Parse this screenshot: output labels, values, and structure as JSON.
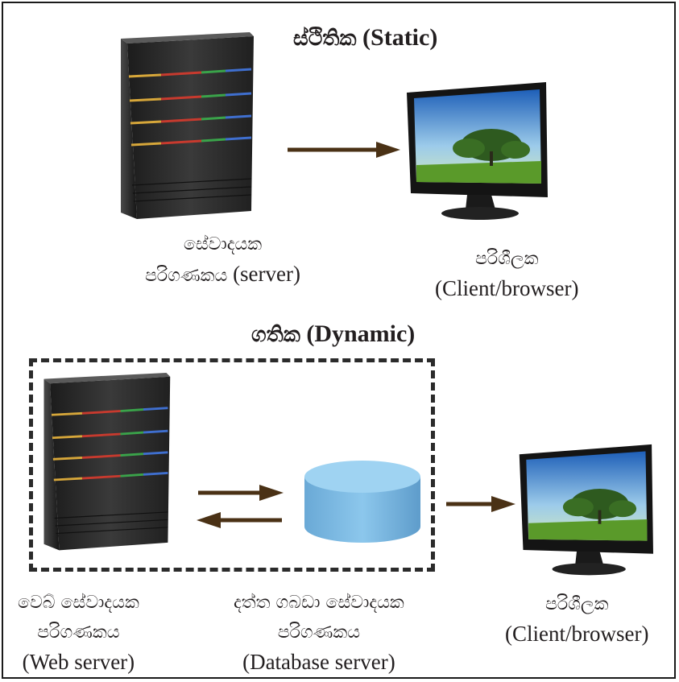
{
  "static_section": {
    "heading_sinhala": "ස්ථිතික",
    "heading_english": "(Static)",
    "server_label_line1": "සේවාදයක",
    "server_label_line2_sinhala": "පරිගණකය",
    "server_label_line2_english": "(server)",
    "client_label_line1": "පරිශීලක",
    "client_label_line2": "(Client/browser)"
  },
  "dynamic_section": {
    "heading_sinhala": "ගතික",
    "heading_english": "(Dynamic)",
    "web_server_line1": "වෙබ් සේවාදයක",
    "web_server_line2": "පරිගණකය",
    "web_server_line3": "(Web server)",
    "db_server_line1": "දත්ත ගබඩා සේවාදයක",
    "db_server_line2": "පරිගණකය",
    "db_server_line3": "(Database server)",
    "client_label_line1": "පරිශීලක",
    "client_label_line2": "(Client/browser)"
  },
  "icons": {
    "server": "server-tower-icon",
    "monitor": "computer-monitor-icon",
    "database": "database-cylinder-icon"
  },
  "colors": {
    "arrow": "#4a3115",
    "database": "#7fbfe6",
    "server_body": "#2a2a2a"
  }
}
